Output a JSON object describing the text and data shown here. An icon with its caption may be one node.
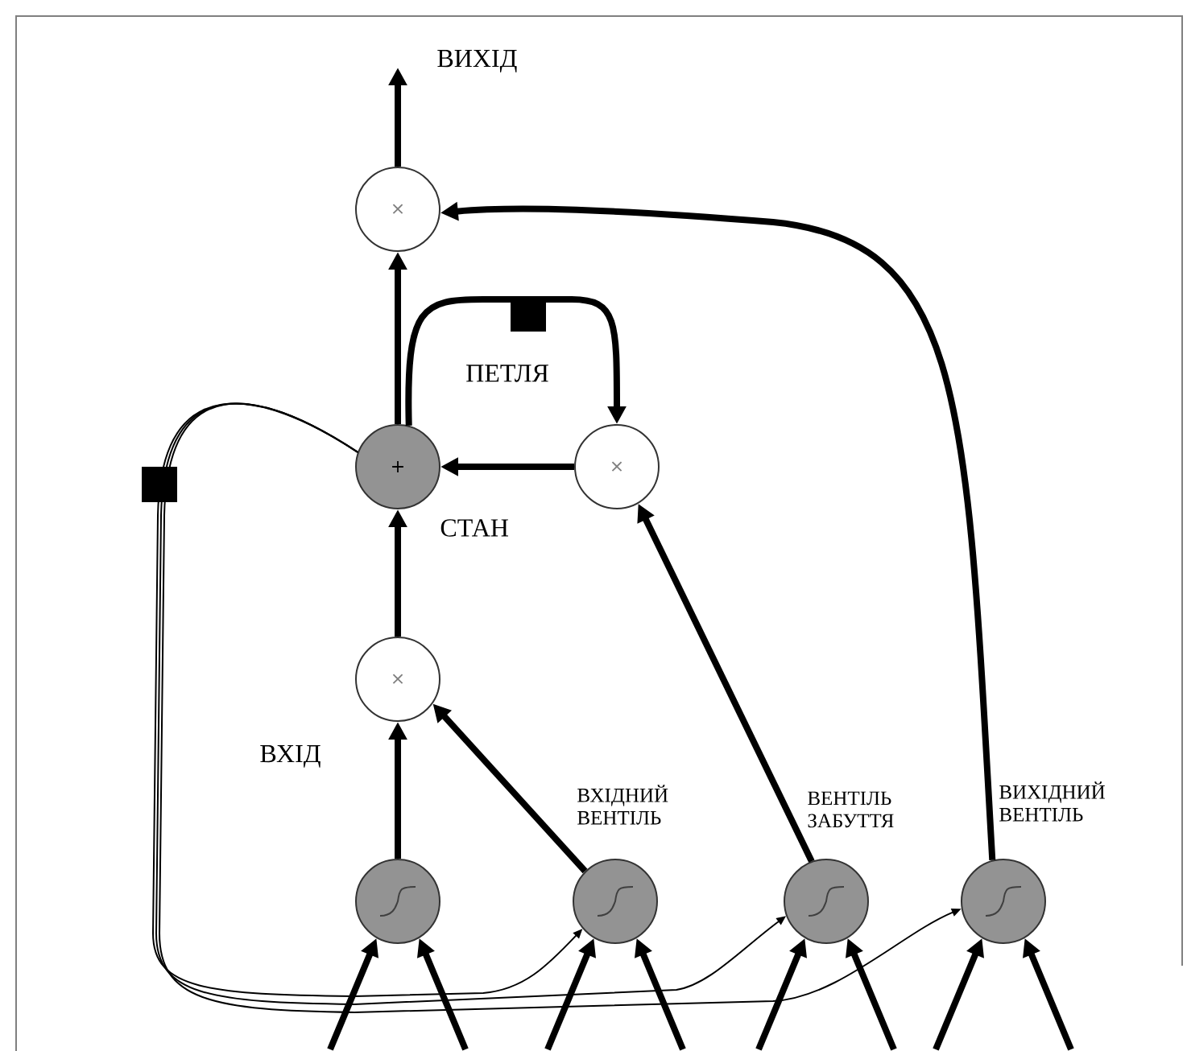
{
  "diagram": {
    "nodes": [
      {
        "text": [
          "×"
        ],
        "beside": [
          "ВИХІД"
        ]
      },
      {
        "text": [
          "+"
        ],
        "beside": [
          "СТАН"
        ]
      },
      {
        "text": [
          "×"
        ]
      },
      {
        "text": [
          "×"
        ]
      },
      {
        "text": [],
        "shape": "circle"
      },
      {
        "text": [],
        "shape": "circle",
        "beside": [
          "ВХІДНИЙ ВЕНТІЛЬ"
        ]
      },
      {
        "text": [],
        "shape": "circle",
        "beside": [
          "ВЕНТІЛЬ ЗАБУТТЯ"
        ]
      },
      {
        "text": [],
        "shape": "circle",
        "beside": [
          "ВИХІДНИЙ ВЕНТІЛЬ"
        ]
      }
    ],
    "edges": [
      {
        "from": 0,
        "to": null,
        "arrow": "to"
      },
      {
        "from": 1,
        "to": 0,
        "arrow": "to"
      },
      {
        "from": 1,
        "to": 2,
        "arrow": "to",
        "label": "ПЕТЛЯ"
      },
      {
        "from": 2,
        "to": 1,
        "arrow": "to"
      },
      {
        "from": 3,
        "to": 1,
        "arrow": "to"
      },
      {
        "from": 4,
        "to": 3,
        "arrow": "to"
      },
      {
        "from": 5,
        "to": 3,
        "arrow": "to"
      },
      {
        "from": 6,
        "to": 2,
        "arrow": "to"
      },
      {
        "from": 7,
        "to": 0,
        "arrow": "to"
      },
      {
        "from": 1,
        "to": 5,
        "arrow": "to"
      },
      {
        "from": 1,
        "to": 6,
        "arrow": "to"
      },
      {
        "from": 1,
        "to": 7,
        "arrow": "to"
      },
      {
        "from": null,
        "to": 4,
        "arrow": "to"
      },
      {
        "from": null,
        "to": 4,
        "arrow": "to"
      },
      {
        "from": null,
        "to": 5,
        "arrow": "to"
      },
      {
        "from": null,
        "to": 5,
        "arrow": "to"
      },
      {
        "from": null,
        "to": 6,
        "arrow": "to"
      },
      {
        "from": null,
        "to": 6,
        "arrow": "to"
      },
      {
        "from": null,
        "to": 7,
        "arrow": "to"
      },
      {
        "from": null,
        "to": 7,
        "arrow": "to"
      }
    ],
    "labels": [
      "ВХІД"
    ]
  }
}
